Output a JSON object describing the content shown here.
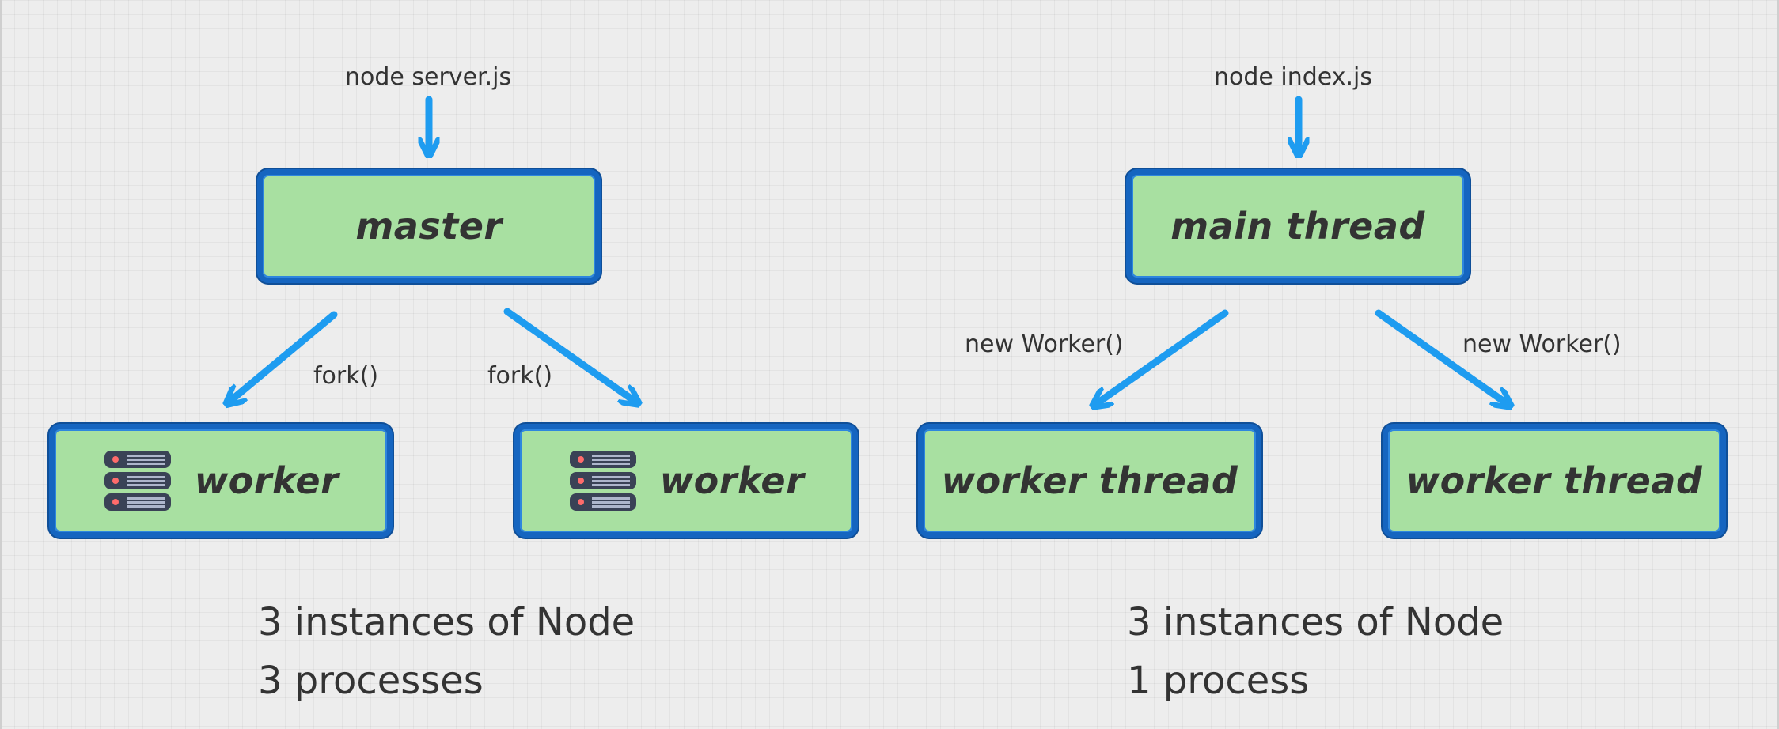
{
  "left": {
    "command": "node server.js",
    "root": "master",
    "edge_left": "fork()",
    "edge_right": "fork()",
    "child_left": "worker",
    "child_right": "worker",
    "caption_line1": "3 instances of Node",
    "caption_line2": "3 processes"
  },
  "right": {
    "command": "node index.js",
    "root": "main thread",
    "edge_left": "new Worker()",
    "edge_right": "new Worker()",
    "child_left": "worker thread",
    "child_right": "worker thread",
    "caption_line1": "3 instances of Node",
    "caption_line2": "1 process"
  },
  "icons": {
    "child_icon": "server-icon"
  },
  "colors": {
    "box_fill": "#a8e0a1",
    "box_border": "#1565c0",
    "arrow": "#1e9cf0",
    "text": "#333333"
  }
}
